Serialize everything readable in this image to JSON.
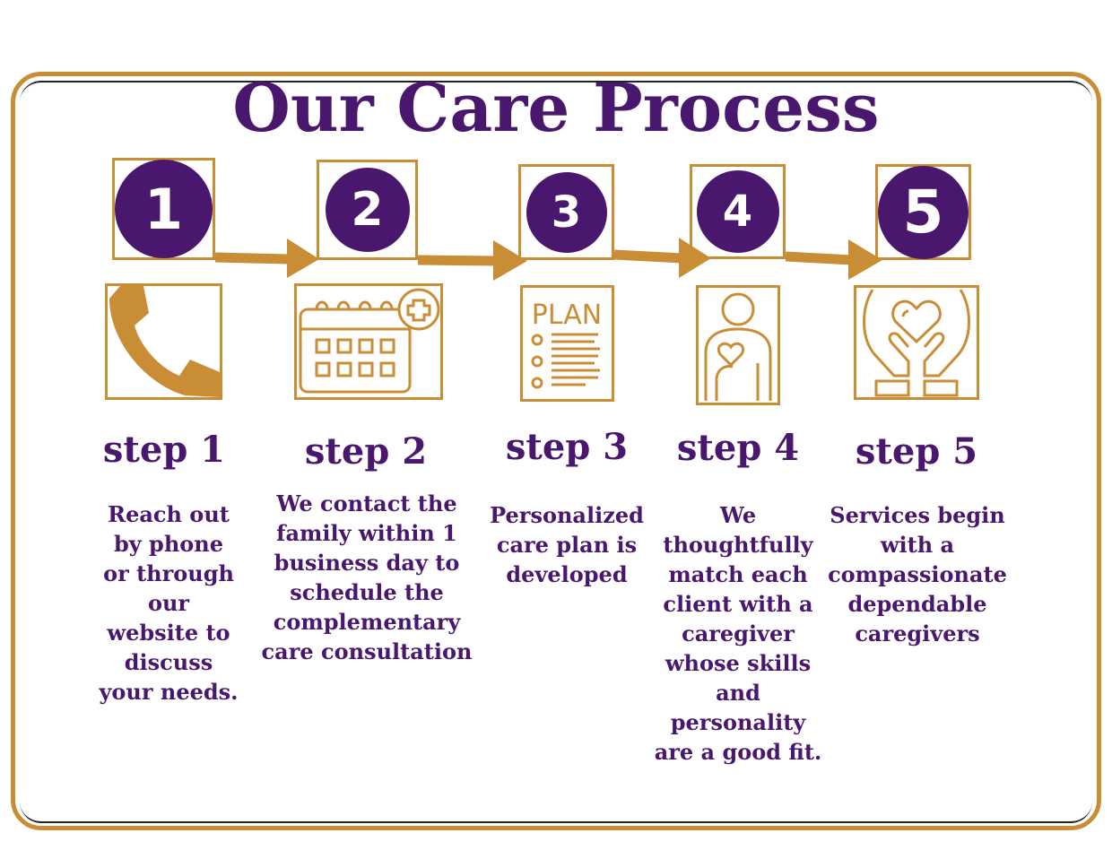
{
  "title": "Our Care Process",
  "colors": {
    "purple": "#4a176f",
    "gold": "#c98d35"
  },
  "steps": [
    {
      "number": "1",
      "label": "step 1",
      "icon": "phone-icon",
      "description": "Reach out by phone or through our website to discuss your needs."
    },
    {
      "number": "2",
      "label": "step 2",
      "icon": "calendar-medical-icon",
      "description": "We contact the family within 1 business day to schedule the complementary care consultation"
    },
    {
      "number": "3",
      "label": "step 3",
      "icon": "plan-document-icon",
      "icon_text": "PLAN",
      "description": "Personalized care plan is developed"
    },
    {
      "number": "4",
      "label": "step 4",
      "icon": "caregiver-heart-icon",
      "description": "We thoughtfully match each client with a caregiver whose skills and personality are a good fit."
    },
    {
      "number": "5",
      "label": "step 5",
      "icon": "hands-heart-icon",
      "description": "Services begin with a compassionate dependable caregivers"
    }
  ]
}
